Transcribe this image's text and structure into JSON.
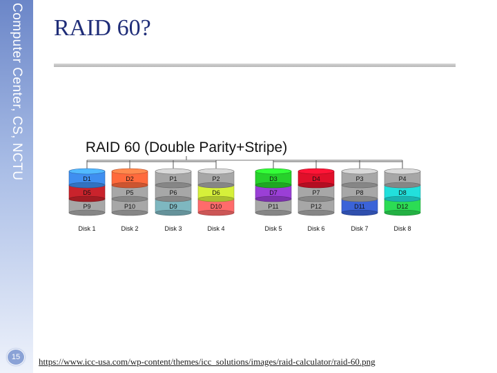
{
  "sidebar": {
    "text": "Computer Center, CS, NCTU"
  },
  "page_number": "15",
  "slide": {
    "title": "RAID 60?"
  },
  "diagram": {
    "title": "RAID 60 (Double Parity+Stripe)",
    "disks": [
      {
        "label": "Disk 1",
        "group": 0,
        "blocks": [
          {
            "text": "D1",
            "color": "#3f8ff0"
          },
          {
            "text": "D5",
            "color": "#c9232c"
          },
          {
            "text": "P9",
            "color": "#a7a7a7"
          }
        ]
      },
      {
        "label": "Disk 2",
        "group": 0,
        "blocks": [
          {
            "text": "D2",
            "color": "#ff6a3c"
          },
          {
            "text": "P5",
            "color": "#a7a7a7"
          },
          {
            "text": "P10",
            "color": "#a7a7a7"
          }
        ]
      },
      {
        "label": "Disk 3",
        "group": 0,
        "blocks": [
          {
            "text": "P1",
            "color": "#a7a7a7"
          },
          {
            "text": "P6",
            "color": "#a7a7a7"
          },
          {
            "text": "D9",
            "color": "#7eb7c0"
          }
        ]
      },
      {
        "label": "Disk 4",
        "group": 0,
        "blocks": [
          {
            "text": "P2",
            "color": "#a7a7a7"
          },
          {
            "text": "D6",
            "color": "#d6f03a"
          },
          {
            "text": "D10",
            "color": "#ff6b6b"
          }
        ]
      },
      {
        "label": "Disk 5",
        "group": 1,
        "blocks": [
          {
            "text": "D3",
            "color": "#27d12b"
          },
          {
            "text": "D7",
            "color": "#9a3fd6"
          },
          {
            "text": "P11",
            "color": "#a7a7a7"
          }
        ]
      },
      {
        "label": "Disk 6",
        "group": 1,
        "blocks": [
          {
            "text": "D4",
            "color": "#e0102a"
          },
          {
            "text": "P7",
            "color": "#a7a7a7"
          },
          {
            "text": "P12",
            "color": "#a7a7a7"
          }
        ]
      },
      {
        "label": "Disk 7",
        "group": 1,
        "blocks": [
          {
            "text": "P3",
            "color": "#a7a7a7"
          },
          {
            "text": "P8",
            "color": "#a7a7a7"
          },
          {
            "text": "D11",
            "color": "#3b63d8"
          }
        ]
      },
      {
        "label": "Disk 8",
        "group": 1,
        "blocks": [
          {
            "text": "P4",
            "color": "#a7a7a7"
          },
          {
            "text": "D8",
            "color": "#22e0dc"
          },
          {
            "text": "D12",
            "color": "#2cdc54"
          }
        ]
      }
    ]
  },
  "source": {
    "url": "https://www.icc-usa.com/wp-content/themes/icc_solutions/images/raid-calculator/raid-60.png"
  }
}
